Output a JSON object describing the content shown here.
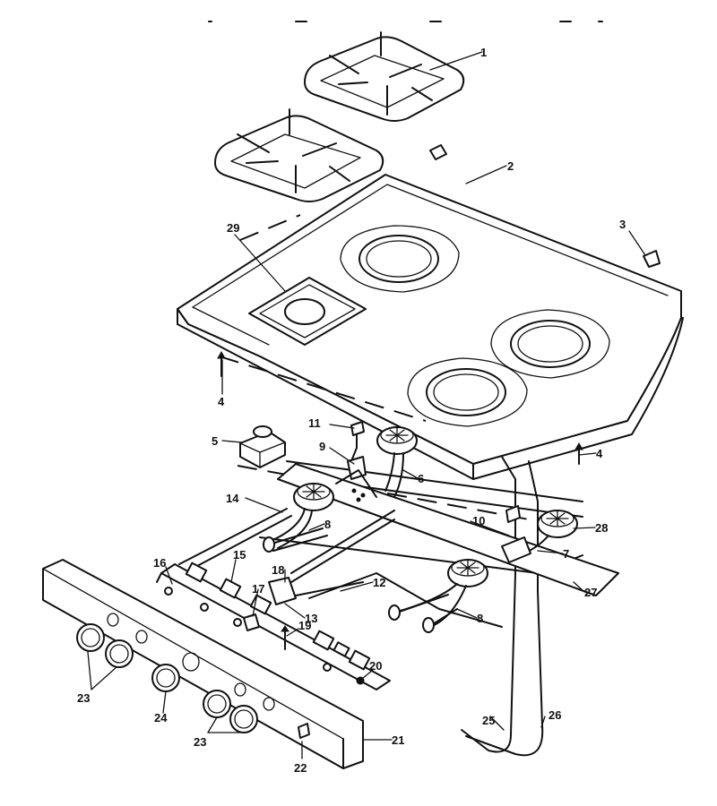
{
  "callouts": [
    {
      "id": "c1",
      "text": "1"
    },
    {
      "id": "c2",
      "text": "2"
    },
    {
      "id": "c3",
      "text": "3"
    },
    {
      "id": "c4a",
      "text": "4"
    },
    {
      "id": "c4b",
      "text": "4"
    },
    {
      "id": "c5",
      "text": "5"
    },
    {
      "id": "c6",
      "text": "6"
    },
    {
      "id": "c7",
      "text": "7"
    },
    {
      "id": "c8a",
      "text": "8"
    },
    {
      "id": "c8b",
      "text": "8"
    },
    {
      "id": "c9",
      "text": "9"
    },
    {
      "id": "c10",
      "text": "10"
    },
    {
      "id": "c11",
      "text": "11"
    },
    {
      "id": "c12",
      "text": "12"
    },
    {
      "id": "c13",
      "text": "13"
    },
    {
      "id": "c14",
      "text": "14"
    },
    {
      "id": "c15",
      "text": "15"
    },
    {
      "id": "c16",
      "text": "16"
    },
    {
      "id": "c17",
      "text": "17"
    },
    {
      "id": "c18",
      "text": "18"
    },
    {
      "id": "c19",
      "text": "19"
    },
    {
      "id": "c20",
      "text": "20"
    },
    {
      "id": "c21",
      "text": "21"
    },
    {
      "id": "c22",
      "text": "22"
    },
    {
      "id": "c23a",
      "text": "23"
    },
    {
      "id": "c23b",
      "text": "23"
    },
    {
      "id": "c24",
      "text": "24"
    },
    {
      "id": "c25",
      "text": "25"
    },
    {
      "id": "c26",
      "text": "26"
    },
    {
      "id": "c27",
      "text": "27"
    },
    {
      "id": "c28",
      "text": "28"
    },
    {
      "id": "c29",
      "text": "29"
    }
  ]
}
